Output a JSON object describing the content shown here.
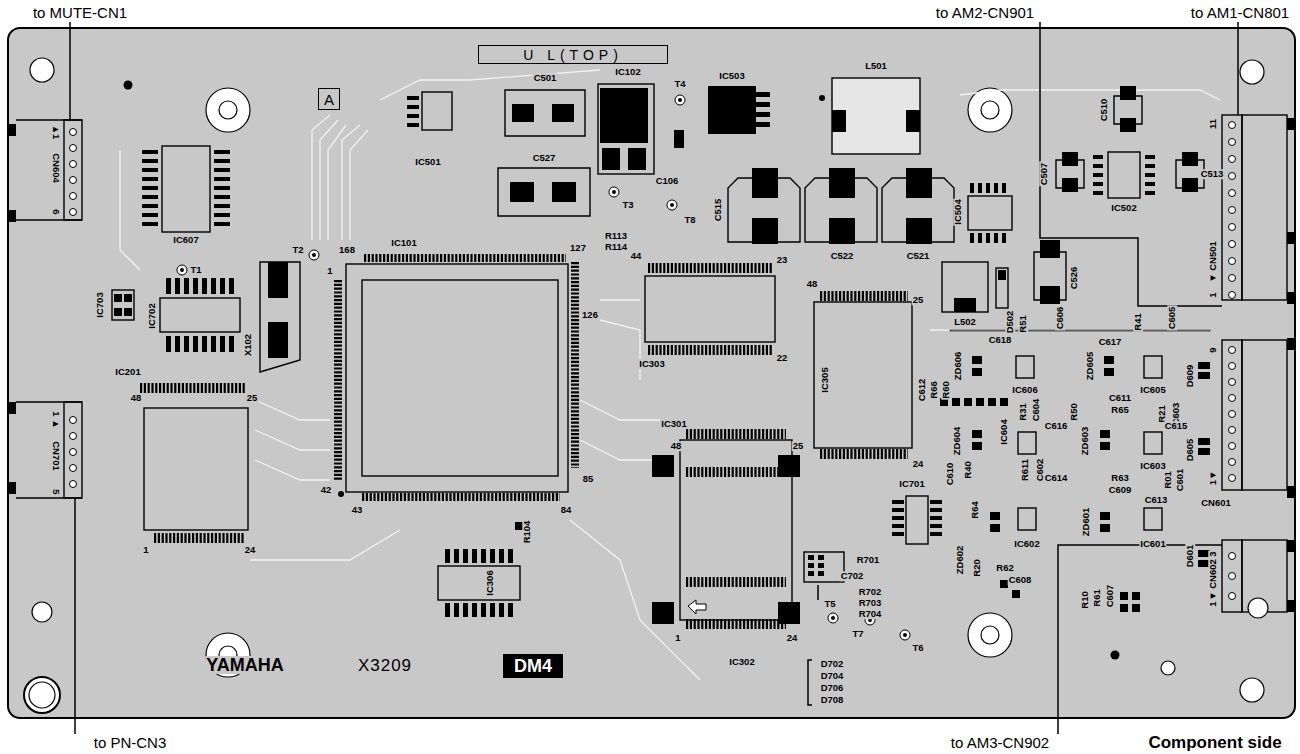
{
  "diagram": {
    "nodes": [
      {
        "text": [
          "U L(TOP)"
        ]
      },
      {
        "text": [
          "A"
        ]
      },
      {
        "text": [
          "DM4"
        ]
      }
    ],
    "labels": [
      "to MUTE-CN1",
      "to AM2-CN901",
      "to AM1-CN801",
      "to PN-CN3",
      "to AM3-CN902",
      "Component side",
      "IC501",
      "C501",
      "IC102",
      "T4",
      "IC503",
      "L501",
      "C527",
      "C106",
      "T3",
      "T8",
      "C515",
      "C522",
      "C521",
      "IC504",
      "L502",
      "D502",
      "C526",
      "C510",
      "C513",
      "C507",
      "IC502",
      "11",
      "▼ CN501",
      "1",
      "▲1",
      "CN604",
      "6",
      "IC607",
      "IC703",
      "IC702",
      "T1",
      "T2",
      "X102",
      "IC101",
      "168",
      "1",
      "127",
      "126",
      "42",
      "43",
      "84",
      "85",
      "R113",
      "R114",
      "44",
      "23",
      "22",
      "IC303",
      "48",
      "25",
      "IC305",
      "24",
      "C612",
      "R66",
      "R60",
      "IC201",
      "48",
      "25",
      "1",
      "24",
      "IC301",
      "48",
      "25",
      "1",
      "24",
      "IC302",
      "R104",
      "IC306",
      "1 ▲",
      "CN701",
      "5",
      "T5",
      "T7",
      "T6",
      "D702",
      "D704",
      "D706",
      "D708",
      "R701",
      "R702",
      "R703",
      "R704",
      "C702",
      "IC701",
      "C618",
      "R51",
      "C606",
      "C617",
      "R41",
      "C605",
      "ZD606",
      "IC606",
      "ZD605",
      "IC605",
      "D609",
      "IC604",
      "R31",
      "C604",
      "C616",
      "R50",
      "C611",
      "R65",
      "R21",
      "C603",
      "C615",
      "ZD604",
      "ZD603",
      "IC603",
      "D605",
      "C610",
      "R40",
      "R611",
      "C602",
      "C614",
      "R63",
      "C609",
      "C613",
      "R01",
      "C601",
      "1▼",
      "CN601",
      "9",
      "R64",
      "IC602",
      "ZD601",
      "IC601",
      "ZD602",
      "R20",
      "R62",
      "C608",
      "R10",
      "R61",
      "C607",
      "D601",
      "3",
      "▼ CN602",
      "1",
      "YAMAHA",
      "X3209"
    ]
  }
}
